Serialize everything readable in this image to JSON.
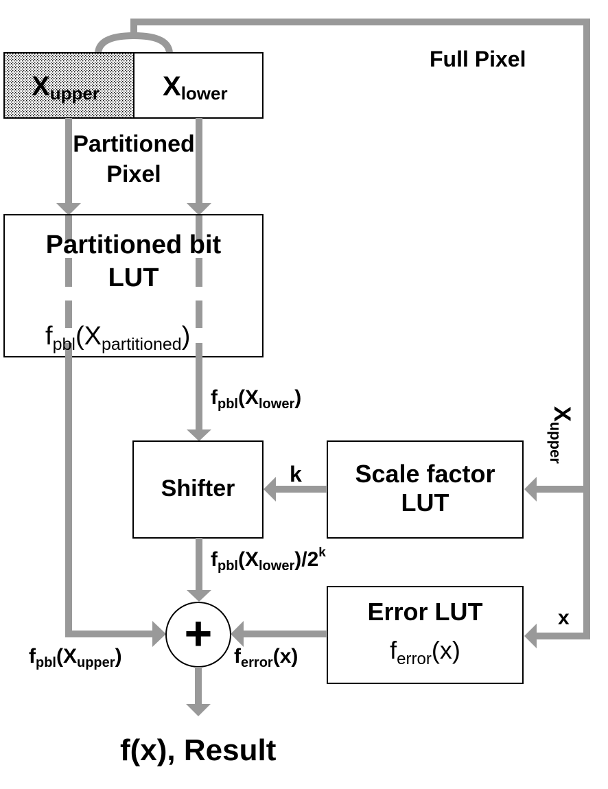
{
  "diagram": {
    "full_pixel_label": "Full Pixel",
    "pixel_box": {
      "upper": {
        "main": "X",
        "sub": "upper"
      },
      "lower": {
        "main": "X",
        "sub": "lower"
      }
    },
    "partitioned_pixel_label": [
      "Partitioned",
      "Pixel"
    ],
    "pbl_box": {
      "title_line1": "Partitioned bit",
      "title_line2": "LUT",
      "func_f": "f",
      "func_f_sub": "pbl",
      "func_open": "(X",
      "func_arg_sub": "partitioned",
      "func_close": ")"
    },
    "edge_lower": {
      "f": "f",
      "f_sub": "pbl",
      "open": "(X",
      "x_sub": "lower",
      "close": ")"
    },
    "shifter_box": {
      "title": "Shifter"
    },
    "k_label": "k",
    "scale_box": {
      "line1": "Scale factor",
      "line2": "LUT"
    },
    "x_upper_rotated": {
      "main": "X",
      "sub": "upper"
    },
    "edge_shifted": {
      "f": "f",
      "f_sub": "pbl",
      "open": "(X",
      "x_sub": "lower",
      "close": ")/2",
      "exp": "k"
    },
    "error_box": {
      "title": "Error LUT",
      "f": "f",
      "f_sub": "error",
      "arg": "(x)"
    },
    "x_label": "x",
    "edge_upper": {
      "f": "f",
      "f_sub": "pbl",
      "open": "(X",
      "x_sub": "upper",
      "close": ")"
    },
    "edge_error": {
      "f": "f",
      "f_sub": "error",
      "arg": "(x)"
    },
    "adder_symbol": "+",
    "result_label": "f(x), Result",
    "colors": {
      "wire": "#999999",
      "box_border": "#000000",
      "stipple": "#000000",
      "background": "#ffffff"
    }
  }
}
